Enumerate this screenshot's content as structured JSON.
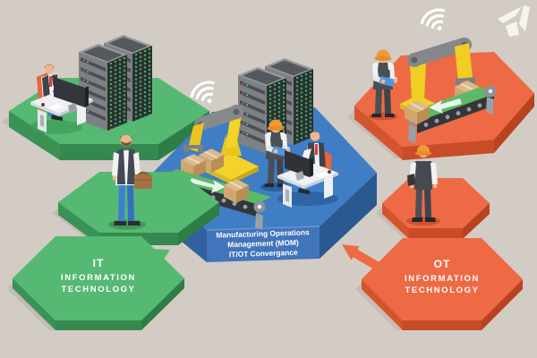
{
  "canvas": {
    "background": "#d3ccc4"
  },
  "palette": {
    "green": "#55b974",
    "green_side": "#37904f",
    "blue": "#3f7ec5",
    "blue_front": "#4174ba",
    "orange": "#ee6a45",
    "orange_side": "#d1522d",
    "yellow": "#f3d327",
    "conveyor_green": "#5cb966",
    "label_text": "#ffffff"
  },
  "labels": {
    "it_hexagon": {
      "title": "IT",
      "line2": "INFORMATION",
      "line3": "TECHNOLOGY"
    },
    "ot_hexagon": {
      "title": "OT",
      "line2": "INFORMATION",
      "line3": "TECHNOLOGY"
    },
    "mom_platform": {
      "line1": "Manufacturing Operations",
      "line2": "Management (MOM)",
      "line3": "IT/OT Convergance"
    }
  },
  "icons": {
    "wifi": "wifi-signal",
    "logo": "brand-triangle-logo",
    "green_arrow": "it-to-mom-arrow",
    "orange_arrow": "ot-to-mom-arrow"
  }
}
